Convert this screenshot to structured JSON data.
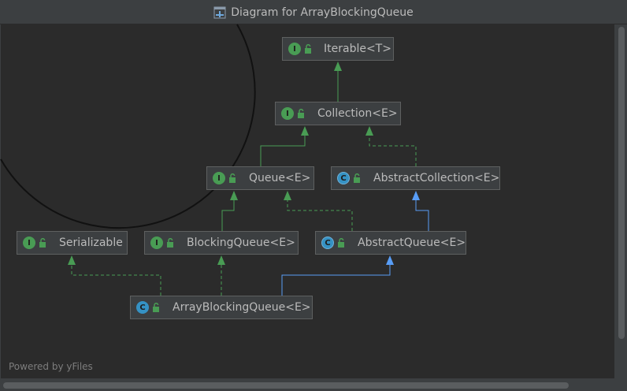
{
  "window": {
    "title": "Diagram for ArrayBlockingQueue"
  },
  "nodes": {
    "iterable": {
      "label": "Iterable<T>",
      "badge": "I"
    },
    "collection": {
      "label": "Collection<E>",
      "badge": "I"
    },
    "queue": {
      "label": "Queue<E>",
      "badge": "I"
    },
    "abstract_collection": {
      "label": "AbstractCollection<E>",
      "badge": "C"
    },
    "serializable": {
      "label": "Serializable",
      "badge": "I"
    },
    "blocking_queue": {
      "label": "BlockingQueue<E>",
      "badge": "I"
    },
    "abstract_queue": {
      "label": "AbstractQueue<E>",
      "badge": "C"
    },
    "array_blocking_queue": {
      "label": "ArrayBlockingQueue<E>",
      "badge": "C"
    }
  },
  "footer": {
    "powered_by": "Powered by yFiles"
  },
  "colors": {
    "interface_badge": "#499c54",
    "class_badge": "#3592c4",
    "extends_edge": "#589df6",
    "implements_edge": "#499c54",
    "canvas_bg": "#2b2b2b",
    "node_bg": "#3c3f41"
  },
  "icons": {
    "title": "diagram-icon",
    "visibility": "unlocked-icon"
  }
}
